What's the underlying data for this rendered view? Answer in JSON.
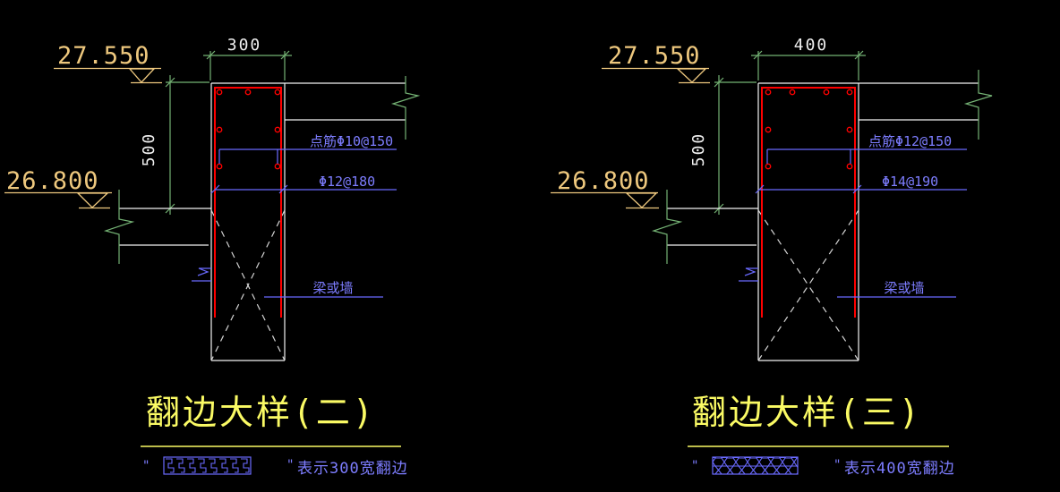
{
  "drawing": {
    "background": "#000000",
    "colors": {
      "outline_white": "#f2f2f2",
      "rebar_red": "#ff0000",
      "dimension_green": "#74b274",
      "elevation_yellow": "#eec87e",
      "title_yellow": "#fafa64",
      "label_blue": "#7d7dff",
      "hatch_gray": "#d4d4d4"
    },
    "details": [
      {
        "title": "翻边大样(二)",
        "elevation_top": "27.550",
        "elevation_bottom": "26.800",
        "width_dim": "300",
        "height_dim": "500",
        "rebar_point_label": "点筋Φ10@150",
        "rebar_bottom_label": "Φ12@180",
        "wall_label": "梁或墙",
        "legend_quote_open": "\"",
        "legend_quote_close": "\"",
        "legend_text": "表示300宽翻边",
        "legend_pattern": "steps"
      },
      {
        "title": "翻边大样(三)",
        "elevation_top": "27.550",
        "elevation_bottom": "26.800",
        "width_dim": "400",
        "height_dim": "500",
        "rebar_point_label": "点筋Φ12@150",
        "rebar_bottom_label": "Φ14@190",
        "wall_label": "梁或墙",
        "legend_quote_open": "\"",
        "legend_quote_close": "\"",
        "legend_text": "表示400宽翻边",
        "legend_pattern": "hexagons"
      }
    ]
  }
}
